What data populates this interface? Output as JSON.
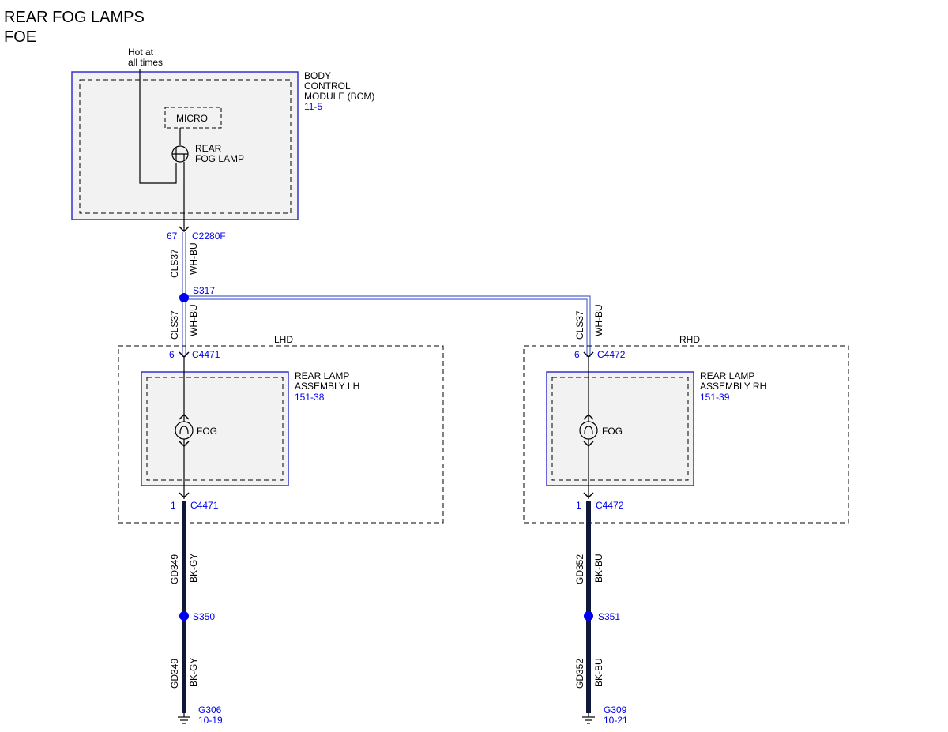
{
  "title": {
    "line1": "REAR FOG LAMPS",
    "line2": "FOE"
  },
  "bcm": {
    "hot_line1": "Hot at",
    "hot_line2": "all times",
    "name_line1": "BODY",
    "name_line2": "CONTROL",
    "name_line3": "MODULE (BCM)",
    "ref": "11-5",
    "micro": "MICRO",
    "driver_line1": "REAR",
    "driver_line2": "FOG LAMP",
    "pin": "67",
    "connector": "C2280F"
  },
  "wire_upper": {
    "circuit": "CLS37",
    "color": "WH-BU"
  },
  "splice_top": "S317",
  "lhd": {
    "label": "LHD",
    "wire_circuit": "CLS37",
    "wire_color": "WH-BU",
    "in_pin": "6",
    "in_connector": "C4471",
    "assembly_line1": "REAR LAMP",
    "assembly_line2": "ASSEMBLY LH",
    "assembly_ref": "151-38",
    "lamp": "FOG",
    "out_pin": "1",
    "out_connector": "C4471",
    "ground_circuit_1": "GD349",
    "ground_color_1": "BK-GY",
    "splice": "S350",
    "ground_circuit_2": "GD349",
    "ground_color_2": "BK-GY",
    "ground": "G306",
    "ground_ref": "10-19"
  },
  "rhd": {
    "label": "RHD",
    "wire_circuit": "CLS37",
    "wire_color": "WH-BU",
    "in_pin": "6",
    "in_connector": "C4472",
    "assembly_line1": "REAR LAMP",
    "assembly_line2": "ASSEMBLY RH",
    "assembly_ref": "151-39",
    "lamp": "FOG",
    "out_pin": "1",
    "out_connector": "C4472",
    "ground_circuit_1": "GD352",
    "ground_color_1": "BK-BU",
    "splice": "S351",
    "ground_circuit_2": "GD352",
    "ground_color_2": "BK-BU",
    "ground": "G309",
    "ground_ref": "10-21"
  },
  "colors": {
    "component_outline": "#3333cc",
    "reference_text": "#0000ee",
    "wire_power": "#5566cc",
    "wire_ground": "#10183a",
    "splice_dot": "#0000ee",
    "component_fill": "#f2f2f2"
  }
}
